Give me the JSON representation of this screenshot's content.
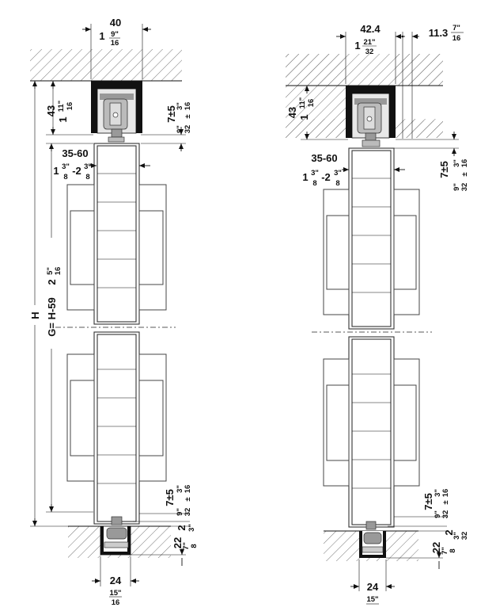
{
  "left": {
    "top_width": "40",
    "top_width_in": "1",
    "top_width_in_frac_n": "9\"",
    "top_width_in_frac_d": "16",
    "rail_height": "43",
    "rail_height_in": "1",
    "rail_height_in_frac_n": "11\"",
    "rail_height_in_frac_d": "16",
    "top_gap": "7±5",
    "top_gap_in_n": "9\"",
    "top_gap_in_d": "32",
    "top_gap_tol_n": "3\"",
    "top_gap_tol_d": "16",
    "thickness": "35-60",
    "thickness_in_a": "1",
    "thickness_in_a_n": "3\"",
    "thickness_in_a_d": "8",
    "thickness_in_dash": "-2",
    "thickness_in_b_n": "3\"",
    "thickness_in_b_d": "8",
    "height_label": "H",
    "door_height": "G= H-59",
    "door_height_in": "2",
    "door_height_in_n": "5\"",
    "door_height_in_d": "16",
    "bottom_gap": "7±5",
    "bottom_gap_in_n": "9\"",
    "bottom_gap_in_d": "32",
    "bottom_gap_tol_n": "3\"",
    "bottom_gap_tol_d": "16",
    "guide_gap": "2",
    "guide_gap_in": "3\"",
    "guide_depth": "22",
    "guide_depth_in_n": "7\"",
    "guide_depth_in_d": "8",
    "bottom_width": "24",
    "bottom_width_in_n": "15\"",
    "bottom_width_in_d": "16"
  },
  "right": {
    "top_width": "42.4",
    "top_width_in": "1",
    "top_width_in_frac_n": "21\"",
    "top_width_in_frac_d": "32",
    "offset": "11.3",
    "offset_in_n": "7\"",
    "offset_in_d": "16",
    "rail_height": "43",
    "rail_height_in": "1",
    "rail_height_in_frac_n": "11\"",
    "rail_height_in_frac_d": "16",
    "thickness": "35-60",
    "thickness_in_a": "1",
    "thickness_in_a_n": "3\"",
    "thickness_in_a_d": "8",
    "thickness_in_dash": "-2",
    "thickness_in_b_n": "3\"",
    "thickness_in_b_d": "8",
    "top_gap": "7±5",
    "top_gap_in_n": "9\"",
    "top_gap_in_d": "32",
    "top_gap_tol_n": "3\"",
    "top_gap_tol_d": "16",
    "bottom_gap": "7±5",
    "bottom_gap_in_n": "9\"",
    "bottom_gap_in_d": "32",
    "bottom_gap_tol_n": "3\"",
    "bottom_gap_tol_d": "16",
    "guide_gap": "2",
    "guide_gap_in_n": "3\"",
    "guide_gap_in_d": "32",
    "guide_depth": "22",
    "guide_depth_in_n": "7\"",
    "guide_depth_in_d": "8",
    "bottom_width": "24",
    "bottom_width_in_n": "15\""
  }
}
